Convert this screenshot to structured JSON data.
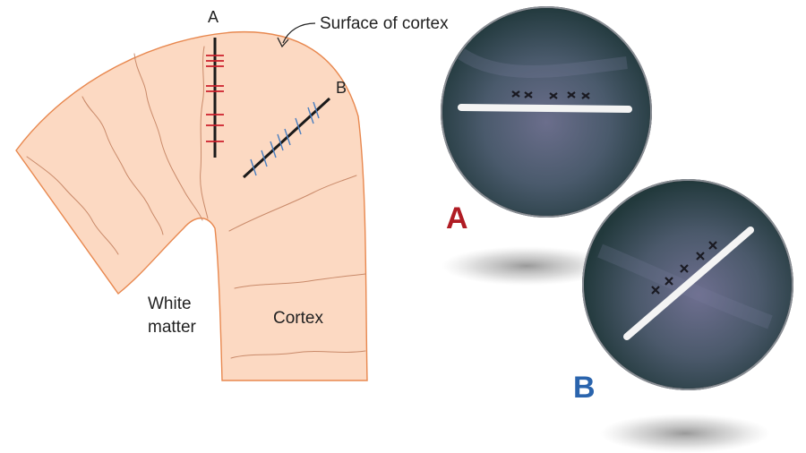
{
  "diagram": {
    "label_a": "A",
    "label_b": "B",
    "surface_label": "Surface of cortex",
    "white_matter_line1": "White",
    "white_matter_line2": "matter",
    "cortex_label": "Cortex"
  },
  "photos": {
    "photo_a_label": "A",
    "photo_b_label": "B"
  },
  "colors": {
    "tissue_fill": "#fcd9c2",
    "tissue_stroke": "#e8884f",
    "fiber": "#c98a6a",
    "probe_a_cross": "#cc1f2b",
    "probe_b_cross": "#4a7fc0",
    "label_a_red": "#b01c24",
    "label_b_blue": "#2a64ad",
    "photo_bg": "#3d4d5e"
  }
}
